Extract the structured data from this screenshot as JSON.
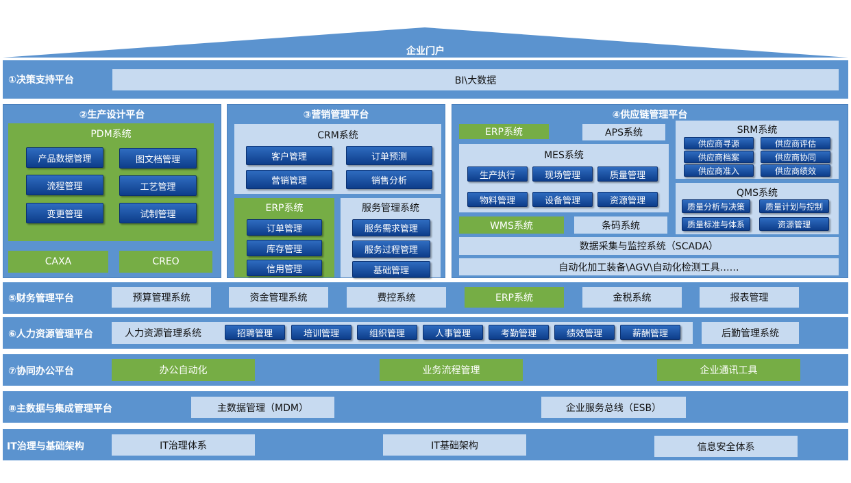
{
  "portal": {
    "title": "企业门户"
  },
  "layer1": {
    "title": "①决策支持平台",
    "bi": "BI\\大数据"
  },
  "production": {
    "title": "②生产设计平台",
    "pdm": {
      "title": "PDM系统",
      "items": [
        "产品数据管理",
        "图文档管理",
        "流程管理",
        "工艺管理",
        "变更管理",
        "试制管理"
      ]
    },
    "caxa": "CAXA",
    "creo": "CREO"
  },
  "marketing": {
    "title": "③营销管理平台",
    "crm": {
      "title": "CRM系统",
      "items": [
        "客户管理",
        "订单预测",
        "营销管理",
        "销售分析"
      ]
    },
    "erp": {
      "title": "ERP系统",
      "items": [
        "订单管理",
        "库存管理",
        "信用管理"
      ]
    },
    "service": {
      "title": "服务管理系统",
      "items": [
        "服务需求管理",
        "服务过程管理",
        "基础管理"
      ]
    }
  },
  "supply": {
    "title": "④供应链管理平台",
    "erp": "ERP系统",
    "aps": "APS系统",
    "mes": {
      "title": "MES系统",
      "items": [
        "生产执行",
        "现场管理",
        "质量管理",
        "物料管理",
        "设备管理",
        "资源管理"
      ]
    },
    "srm": {
      "title": "SRM系统",
      "items": [
        "供应商寻源",
        "供应商评估",
        "供应商档案",
        "供应商协同",
        "供应商准入",
        "供应商绩效"
      ]
    },
    "qms": {
      "title": "QMS系统",
      "items": [
        "质量分析与决策",
        "质量计划与控制",
        "质量标准与体系",
        "资源管理"
      ]
    },
    "wms": "WMS系统",
    "barcode": "条码系统",
    "scada": "数据采集与监控系统（SCADA）",
    "auto": "自动化加工装备\\AGV\\自动化检测工具……"
  },
  "finance": {
    "title": "⑤财务管理平台",
    "items": [
      "预算管理系统",
      "资金管理系统",
      "费控系统",
      "ERP系统",
      "金税系统",
      "报表管理"
    ]
  },
  "hr": {
    "title": "⑥人力资源管理平台",
    "system": "人力资源管理系统",
    "items": [
      "招聘管理",
      "培训管理",
      "组织管理",
      "人事管理",
      "考勤管理",
      "绩效管理",
      "薪酬管理"
    ],
    "logistics": "后勤管理系统"
  },
  "office": {
    "title": "⑦协同办公平台",
    "items": [
      "办公自动化",
      "业务流程管理",
      "企业通讯工具"
    ]
  },
  "mdm": {
    "title": "⑧主数据与集成管理平台",
    "items": [
      "主数据管理（MDM）",
      "企业服务总线（ESB）"
    ]
  },
  "it": {
    "title": "IT治理与基础架构",
    "items": [
      "IT治理体系",
      "IT基础架构",
      "信息安全体系"
    ]
  },
  "colors": {
    "band": "#5b93cf",
    "light": "#c7daf0",
    "green": "#76ad45",
    "button": "#1a4ea0"
  }
}
